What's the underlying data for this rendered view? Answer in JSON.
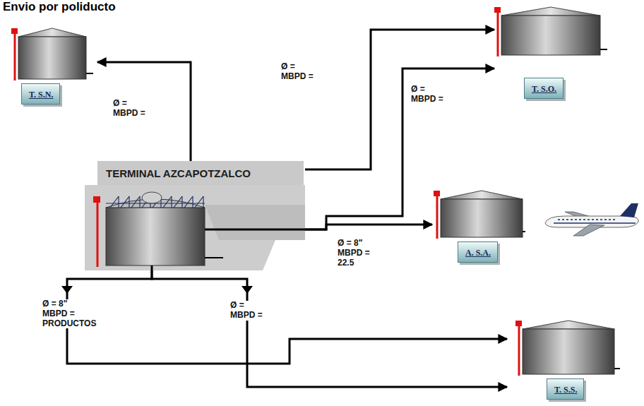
{
  "diagram": {
    "title": "Envio por poliducto",
    "nodes": [
      {
        "text": [
          "T. S.N."
        ]
      },
      {
        "text": [
          "T. S.O."
        ]
      },
      {
        "text": [
          "TERMINAL AZCAPOTZALCO"
        ]
      },
      {
        "text": [
          "A. S.A."
        ]
      },
      {
        "text": [
          "T. S.S."
        ]
      }
    ],
    "edges": [
      {
        "from": 2,
        "to": 0,
        "label": "Ø = MBPD =",
        "arrow": "to"
      },
      {
        "from": 2,
        "to": 1,
        "label": "Ø = MBPD =",
        "arrow": "to"
      },
      {
        "from": 2,
        "to": 1,
        "label": "Ø = MBPD =",
        "arrow": "to"
      },
      {
        "from": 2,
        "to": 3,
        "label": "Ø = 8\" MBPD = 22.5",
        "arrow": "to"
      },
      {
        "from": 2,
        "to": 4,
        "label": "Ø = 8\" MBPD = PRODUCTOS",
        "arrow": "to"
      },
      {
        "from": 2,
        "to": 4,
        "label": "Ø = MBPD =",
        "arrow": "to"
      }
    ]
  }
}
